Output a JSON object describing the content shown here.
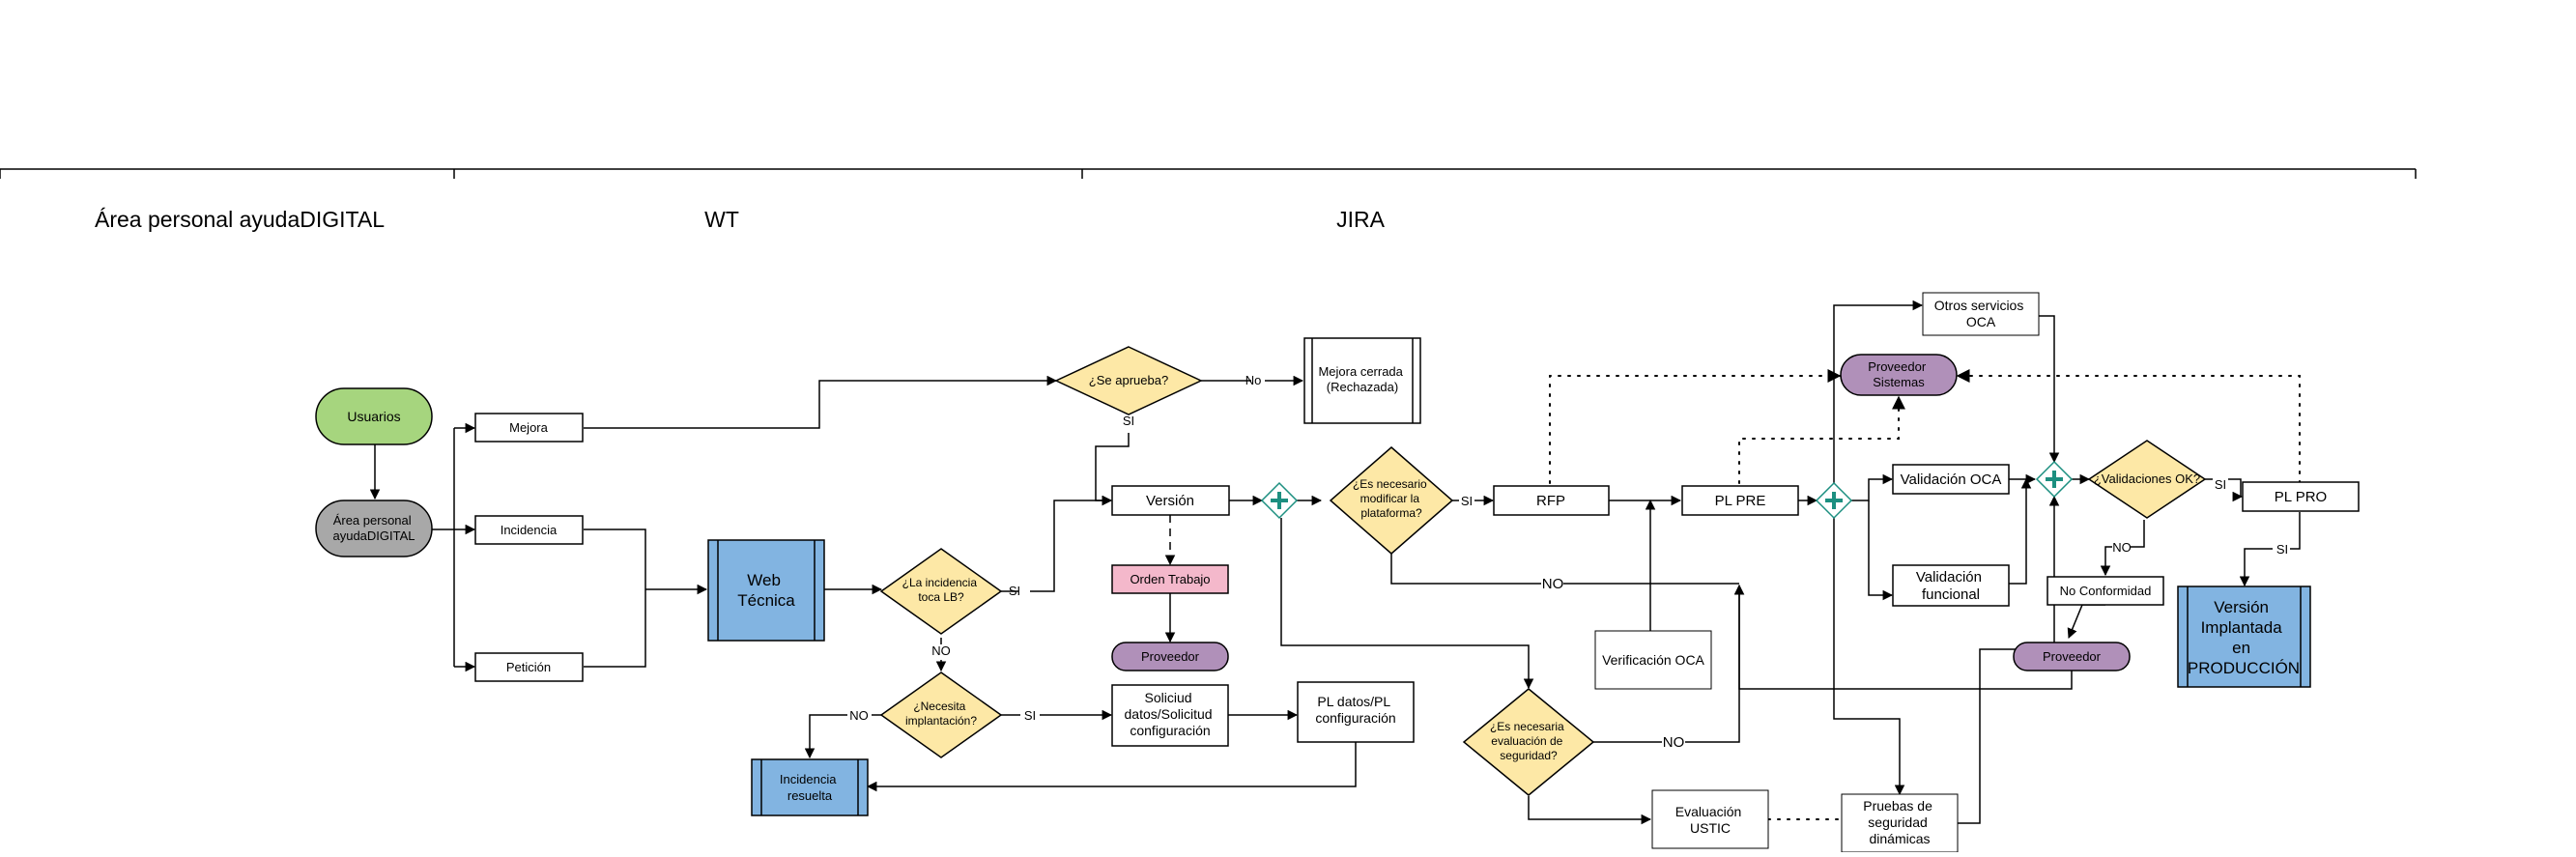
{
  "lanes": {
    "area": "Área personal ayudaDIGITAL",
    "wt": "WT",
    "jira": "JIRA"
  },
  "colors": {
    "green": "#a6d57e",
    "gray": "#a8a8a8",
    "blue": "#82b4e1",
    "yellow": "#fde8a6",
    "purple": "#b090b9",
    "pink": "#f4b8cb",
    "teal": "#1c8f80"
  },
  "nodes": {
    "usuarios": "Usuarios",
    "area_personal": [
      "Área personal",
      "ayudaDIGITAL"
    ],
    "mejora": "Mejora",
    "incidencia": "Incidencia",
    "peticion": "Petición",
    "web_tecnica": [
      "Web",
      "Técnica"
    ],
    "se_aprueba": "¿Se aprueba?",
    "mejora_cerrada": [
      "Mejora cerrada",
      "(Rechazada)"
    ],
    "toca_lb": [
      "¿La incidencia",
      "toca LB?"
    ],
    "necesita_implantacion": [
      "¿Necesita",
      "implantación?"
    ],
    "incidencia_resuelta": [
      "Incidencia",
      "resuelta"
    ],
    "version": "Versión",
    "orden_trabajo": "Orden Trabajo",
    "proveedor": "Proveedor",
    "solicitud": [
      "Soliciud",
      "datos/Solicitud",
      "configuración"
    ],
    "pl_datos": [
      "PL datos/PL",
      "configuración"
    ],
    "modificar_plataforma": [
      "¿Es necesario",
      "modificar la",
      "plataforma?"
    ],
    "rfp": "RFP",
    "pl_pre": "PL PRE",
    "verificacion_oca": "Verificación OCA",
    "eval_seguridad": [
      "¿Es necesaria",
      "evaluación de",
      "seguridad?"
    ],
    "evaluacion_ustic": [
      "Evaluación",
      "USTIC"
    ],
    "pruebas_seguridad": [
      "Pruebas de",
      "seguridad",
      "dinámicas"
    ],
    "otros_servicios": [
      "Otros servicios",
      "OCA"
    ],
    "proveedor_sistemas": [
      "Proveedor",
      "Sistemas"
    ],
    "validacion_oca": "Validación OCA",
    "validacion_funcional": [
      "Validación",
      "funcional"
    ],
    "validaciones_ok": "¿Validaciones OK?",
    "pl_pro": "PL PRO",
    "no_conformidad": "No Conformidad",
    "proveedor2": "Proveedor",
    "version_implantada": [
      "Versión",
      "Implantada",
      "en",
      "PRODUCCIÓN"
    ]
  },
  "edge_labels": {
    "no": "No",
    "si": "SI",
    "si2": "SI",
    "no2": "NO",
    "no3": "NO",
    "si3": "SI",
    "no4": "NO",
    "si4": "SI",
    "no5": "NO",
    "si5": "SI",
    "no6": "NO",
    "si6": "SI"
  }
}
